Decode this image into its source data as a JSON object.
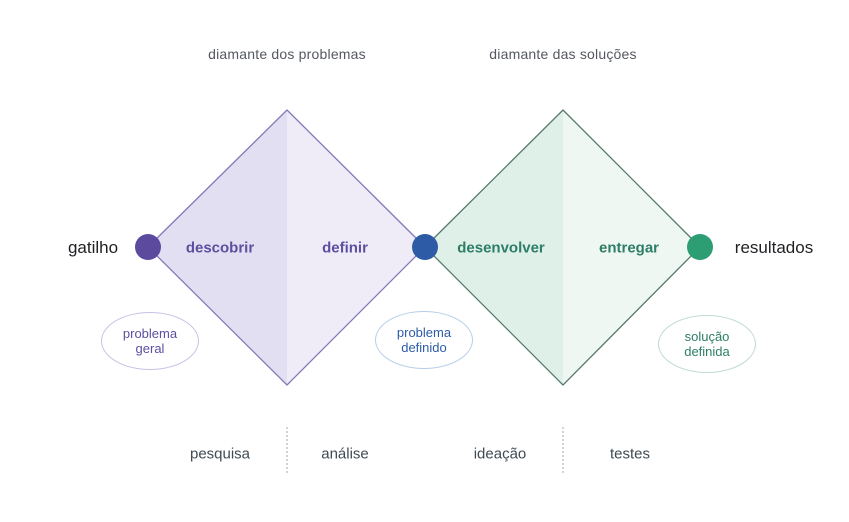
{
  "header": {
    "problems_title": "diamante dos problemas",
    "solutions_title": "diamante das soluções"
  },
  "diagram": {
    "trigger_label": "gatilho",
    "results_label": "resultados",
    "phases": {
      "discover": "descobrir",
      "define": "definir",
      "develop": "desenvolver",
      "deliver": "entregar"
    },
    "milestones": {
      "general_problem": {
        "line1": "problema",
        "line2": "geral"
      },
      "defined_problem": {
        "line1": "problema",
        "line2": "definido"
      },
      "defined_solution": {
        "line1": "solução",
        "line2": "definida"
      }
    }
  },
  "activities": {
    "research": "pesquisa",
    "analysis": "análise",
    "ideation": "ideação",
    "tests": "testes"
  },
  "colors": {
    "trigger_circle": "#5b4a9e",
    "problem_circle": "#2e5ba6",
    "solution_circle": "#2d9e74",
    "problems_diamond_left_fill": "#e3dff2",
    "problems_diamond_right_fill": "#efecf8",
    "problems_diamond_stroke": "#8379b9",
    "solutions_diamond_left_fill": "#dff0e8",
    "solutions_diamond_right_fill": "#eef7f2",
    "solutions_diamond_stroke": "#55796c",
    "purple_text": "#5b4fa0",
    "blue_text": "#2e5ba6",
    "green_text": "#2e7d66"
  }
}
